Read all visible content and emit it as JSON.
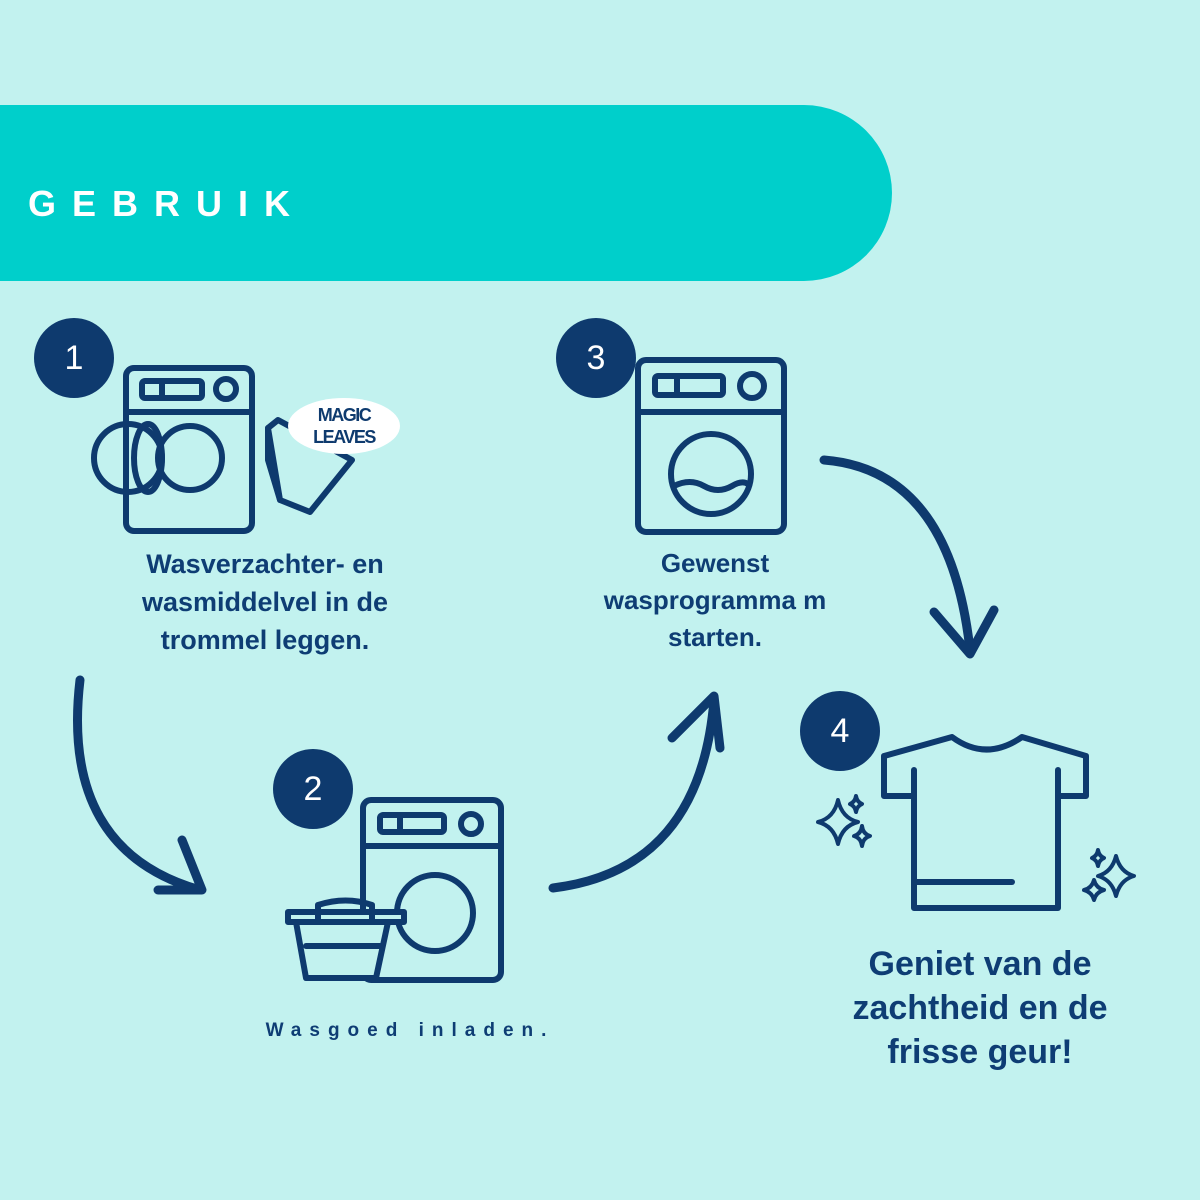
{
  "banner": {
    "title": "GEBRUIK"
  },
  "steps": [
    {
      "number": "1",
      "lines": [
        "Wasverzachter- en",
        "wasmiddelvel in de",
        "trommel leggen."
      ]
    },
    {
      "number": "2",
      "lines": [
        "Wasgoed inladen."
      ]
    },
    {
      "number": "3",
      "lines": [
        "Gewenst",
        "wasprogramma m",
        "starten."
      ]
    },
    {
      "number": "4",
      "lines": [
        "Geniet van de",
        "zachtheid en de",
        "frisse geur!"
      ]
    }
  ],
  "logo": {
    "line1": "MAGIC",
    "line2": "LEAVES"
  },
  "colors": {
    "background": "#c2f2ef",
    "banner": "#00cfcb",
    "navy": "#0e3a6e",
    "text": "#0e3d74"
  },
  "icons": [
    "washing-machine-icon",
    "detergent-sheet-icon",
    "laundry-basket-icon",
    "t-shirt-icon",
    "sparkle-icon",
    "curved-arrow-icon"
  ]
}
